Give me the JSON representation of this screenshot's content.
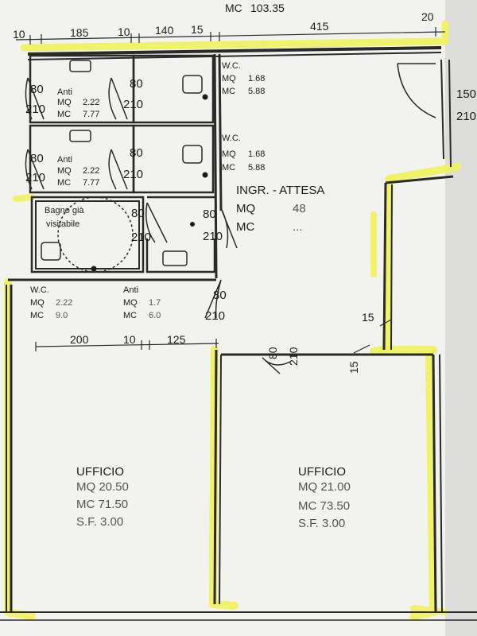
{
  "header": {
    "mc_label": "MC",
    "mc_value": "103.35"
  },
  "dimensions": {
    "top": [
      "10",
      "185",
      "10",
      "140",
      "15",
      "415",
      "20"
    ],
    "mid": [
      "200",
      "10",
      "125"
    ],
    "right_15_a": "15",
    "right_15_b": "15",
    "vertical_80": "80",
    "vertical_210": "210"
  },
  "rooms": {
    "anti_1": {
      "name": "Anti",
      "mq_label": "MQ",
      "mq": "2.22",
      "mc_label": "MC",
      "mc": "7.77"
    },
    "anti_2": {
      "name": "Anti",
      "mq_label": "MQ",
      "mq": "2.22",
      "mc_label": "MC",
      "mc": "7.77"
    },
    "wc_1": {
      "name": "W.C.",
      "mq_label": "MQ",
      "mq": "1.68",
      "mc_label": "MC",
      "mc": "5.88"
    },
    "wc_2": {
      "name": "W.C.",
      "mq_label": "MQ",
      "mq": "1.68",
      "mc_label": "MC",
      "mc": "5.88"
    },
    "bagno": {
      "line1": "Bagno già",
      "line2": "visitabile"
    },
    "ingresso": {
      "name": "INGR. - ATTESA",
      "mq_label": "MQ",
      "mq": "48",
      "mc_label": "MC",
      "mc": "..."
    },
    "wc_3": {
      "name": "W.C.",
      "mq_label": "MQ",
      "mq": "2.22",
      "mc_label": "MC",
      "mc": "9.0"
    },
    "anti_3": {
      "name": "Anti",
      "mq_label": "MQ",
      "mq": "1.7",
      "mc_label": "MC",
      "mc": "6.0"
    },
    "ufficio_1": {
      "name": "UFFICIO",
      "l1": "MQ 20.50",
      "l2": "MC 71.50",
      "l3": "S.F. 3.00"
    },
    "ufficio_2": {
      "name": "UFFICIO",
      "l1": "MQ 21.00",
      "l2": "MC 73.50",
      "l3": "S.F. 3.00"
    },
    "right_edge": {
      "a": "150",
      "b": "210"
    }
  },
  "doors": [
    {
      "w": "80",
      "h": "210"
    },
    {
      "w": "80",
      "h": "210"
    },
    {
      "w": "80",
      "h": "210"
    },
    {
      "w": "80",
      "h": "210"
    },
    {
      "w": "80",
      "h": "210"
    },
    {
      "w": "80",
      "h": "210"
    },
    {
      "w": "80",
      "h": "210"
    }
  ],
  "colors": {
    "highlight": "#f0f25a",
    "wall": "#2a2a2a",
    "paper": "#f2f2ef"
  }
}
